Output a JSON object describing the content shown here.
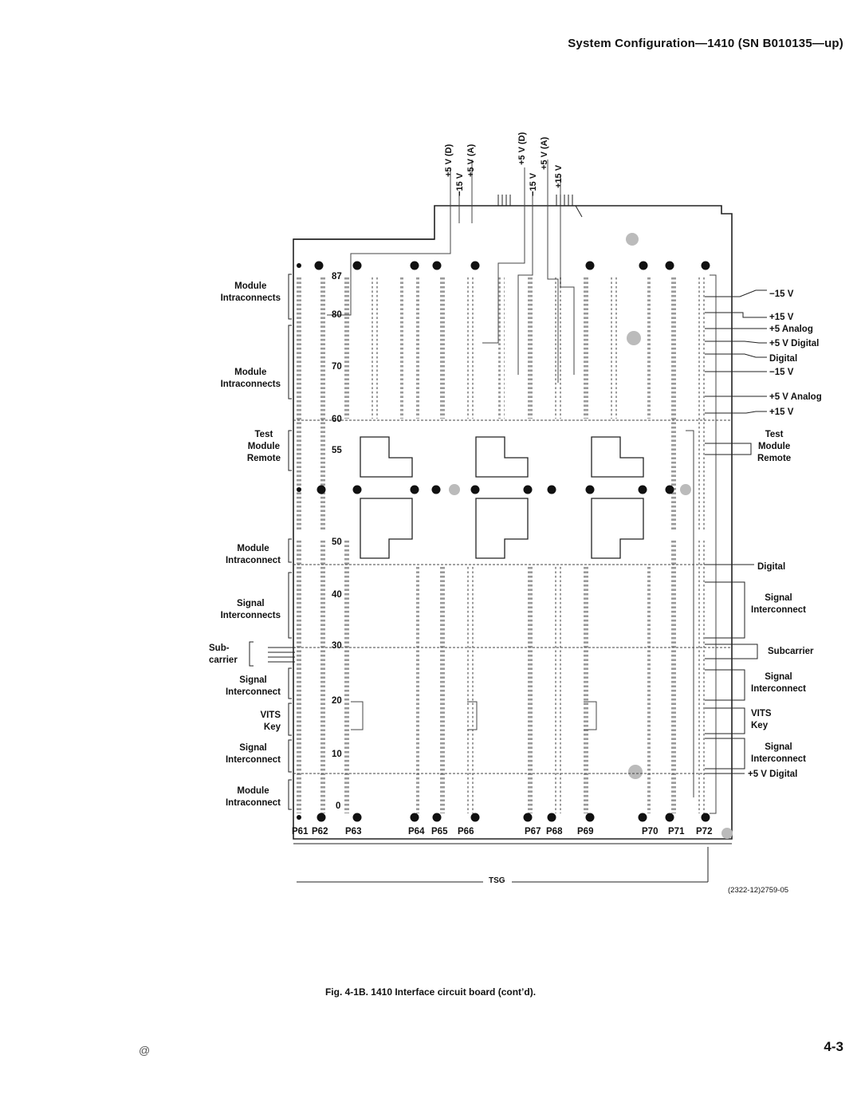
{
  "header": {
    "title": "System Configuration—1410 (SN B010135—up)"
  },
  "top_supply_labels": [
    "+5 V (D)",
    "−15 V",
    "+5 V (A)",
    "+5 V (D)",
    "−15 V",
    "+5 V (A)",
    "+15 V"
  ],
  "left_labels": [
    {
      "text": "Module\nIntraconnects"
    },
    {
      "text": "Module\nIntraconnects"
    },
    {
      "text": "Test\nModule\nRemote"
    },
    {
      "text": "Module\nIntraconnect"
    },
    {
      "text": "Signal\nInterconnects"
    },
    {
      "text": "Sub-\ncarrier"
    },
    {
      "text": "Signal\nInterconnect"
    },
    {
      "text": "VITS\nKey"
    },
    {
      "text": "Signal\nInterconnect"
    },
    {
      "text": "Module\nIntraconnect"
    }
  ],
  "row_numbers": [
    "87",
    "80",
    "70",
    "60",
    "55",
    "50",
    "40",
    "30",
    "20",
    "10",
    "0"
  ],
  "right_labels": [
    {
      "text": "−15 V"
    },
    {
      "text": "+15 V"
    },
    {
      "text": "+5 Analog"
    },
    {
      "text": "+5 V Digital"
    },
    {
      "text": "Digital"
    },
    {
      "text": "−15 V"
    },
    {
      "text": "+5 V Analog"
    },
    {
      "text": "+15 V"
    },
    {
      "text": "Test\nModule\nRemote"
    },
    {
      "text": "Digital"
    },
    {
      "text": "Signal\nInterconnect"
    },
    {
      "text": "Subcarrier"
    },
    {
      "text": "Signal\nInterconnect"
    },
    {
      "text": "VITS\nKey"
    },
    {
      "text": "Signal\nInterconnect"
    },
    {
      "text": "+5 V Digital"
    }
  ],
  "connectors": [
    "P61",
    "P62",
    "P63",
    "P64",
    "P65",
    "P66",
    "P67",
    "P68",
    "P69",
    "P70",
    "P71",
    "P72"
  ],
  "tsg_label": "TSG",
  "part_number": "(2322-12)2759-05",
  "caption": "Fig. 4-1B.  1410 Interface circuit board (cont’d).",
  "page_number": "4-3",
  "footer_mark": "@"
}
